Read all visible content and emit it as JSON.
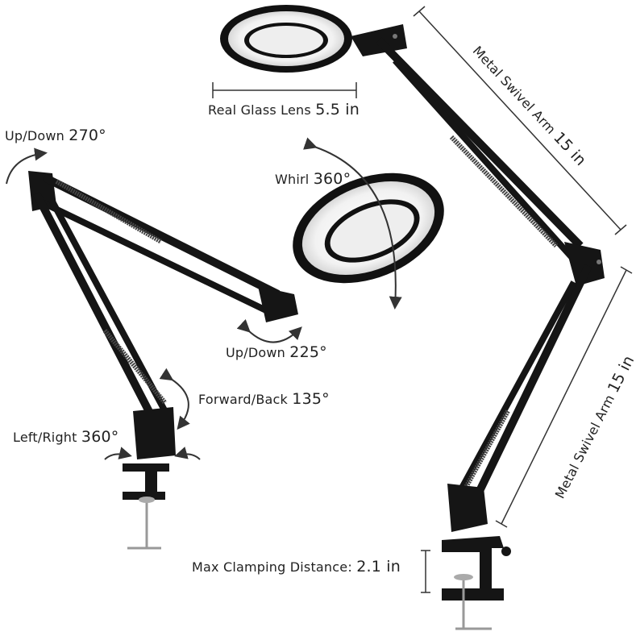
{
  "labels": {
    "lens": {
      "text": "Real Glass Lens",
      "value": "5.5 in"
    },
    "updown_top": {
      "text": "Up/Down",
      "value": "270°"
    },
    "whirl": {
      "text": "Whirl",
      "value": "360°"
    },
    "updown_head": {
      "text": "Up/Down",
      "value": "225°"
    },
    "forward_back": {
      "text": "Forward/Back",
      "value": "135°"
    },
    "left_right": {
      "text": "Left/Right",
      "value": "360°"
    },
    "upper_arm": {
      "text": "Metal Swivel Arm",
      "value": "15 in"
    },
    "lower_arm": {
      "text": "Metal Swivel Arm",
      "value": "15 in"
    },
    "clamp": {
      "text": "Max Clamping Distance:",
      "value": "2.1 in"
    }
  },
  "colors": {
    "metal": "#151515",
    "ring_light": "#f4f4f4",
    "dimension_line": "#333333"
  }
}
